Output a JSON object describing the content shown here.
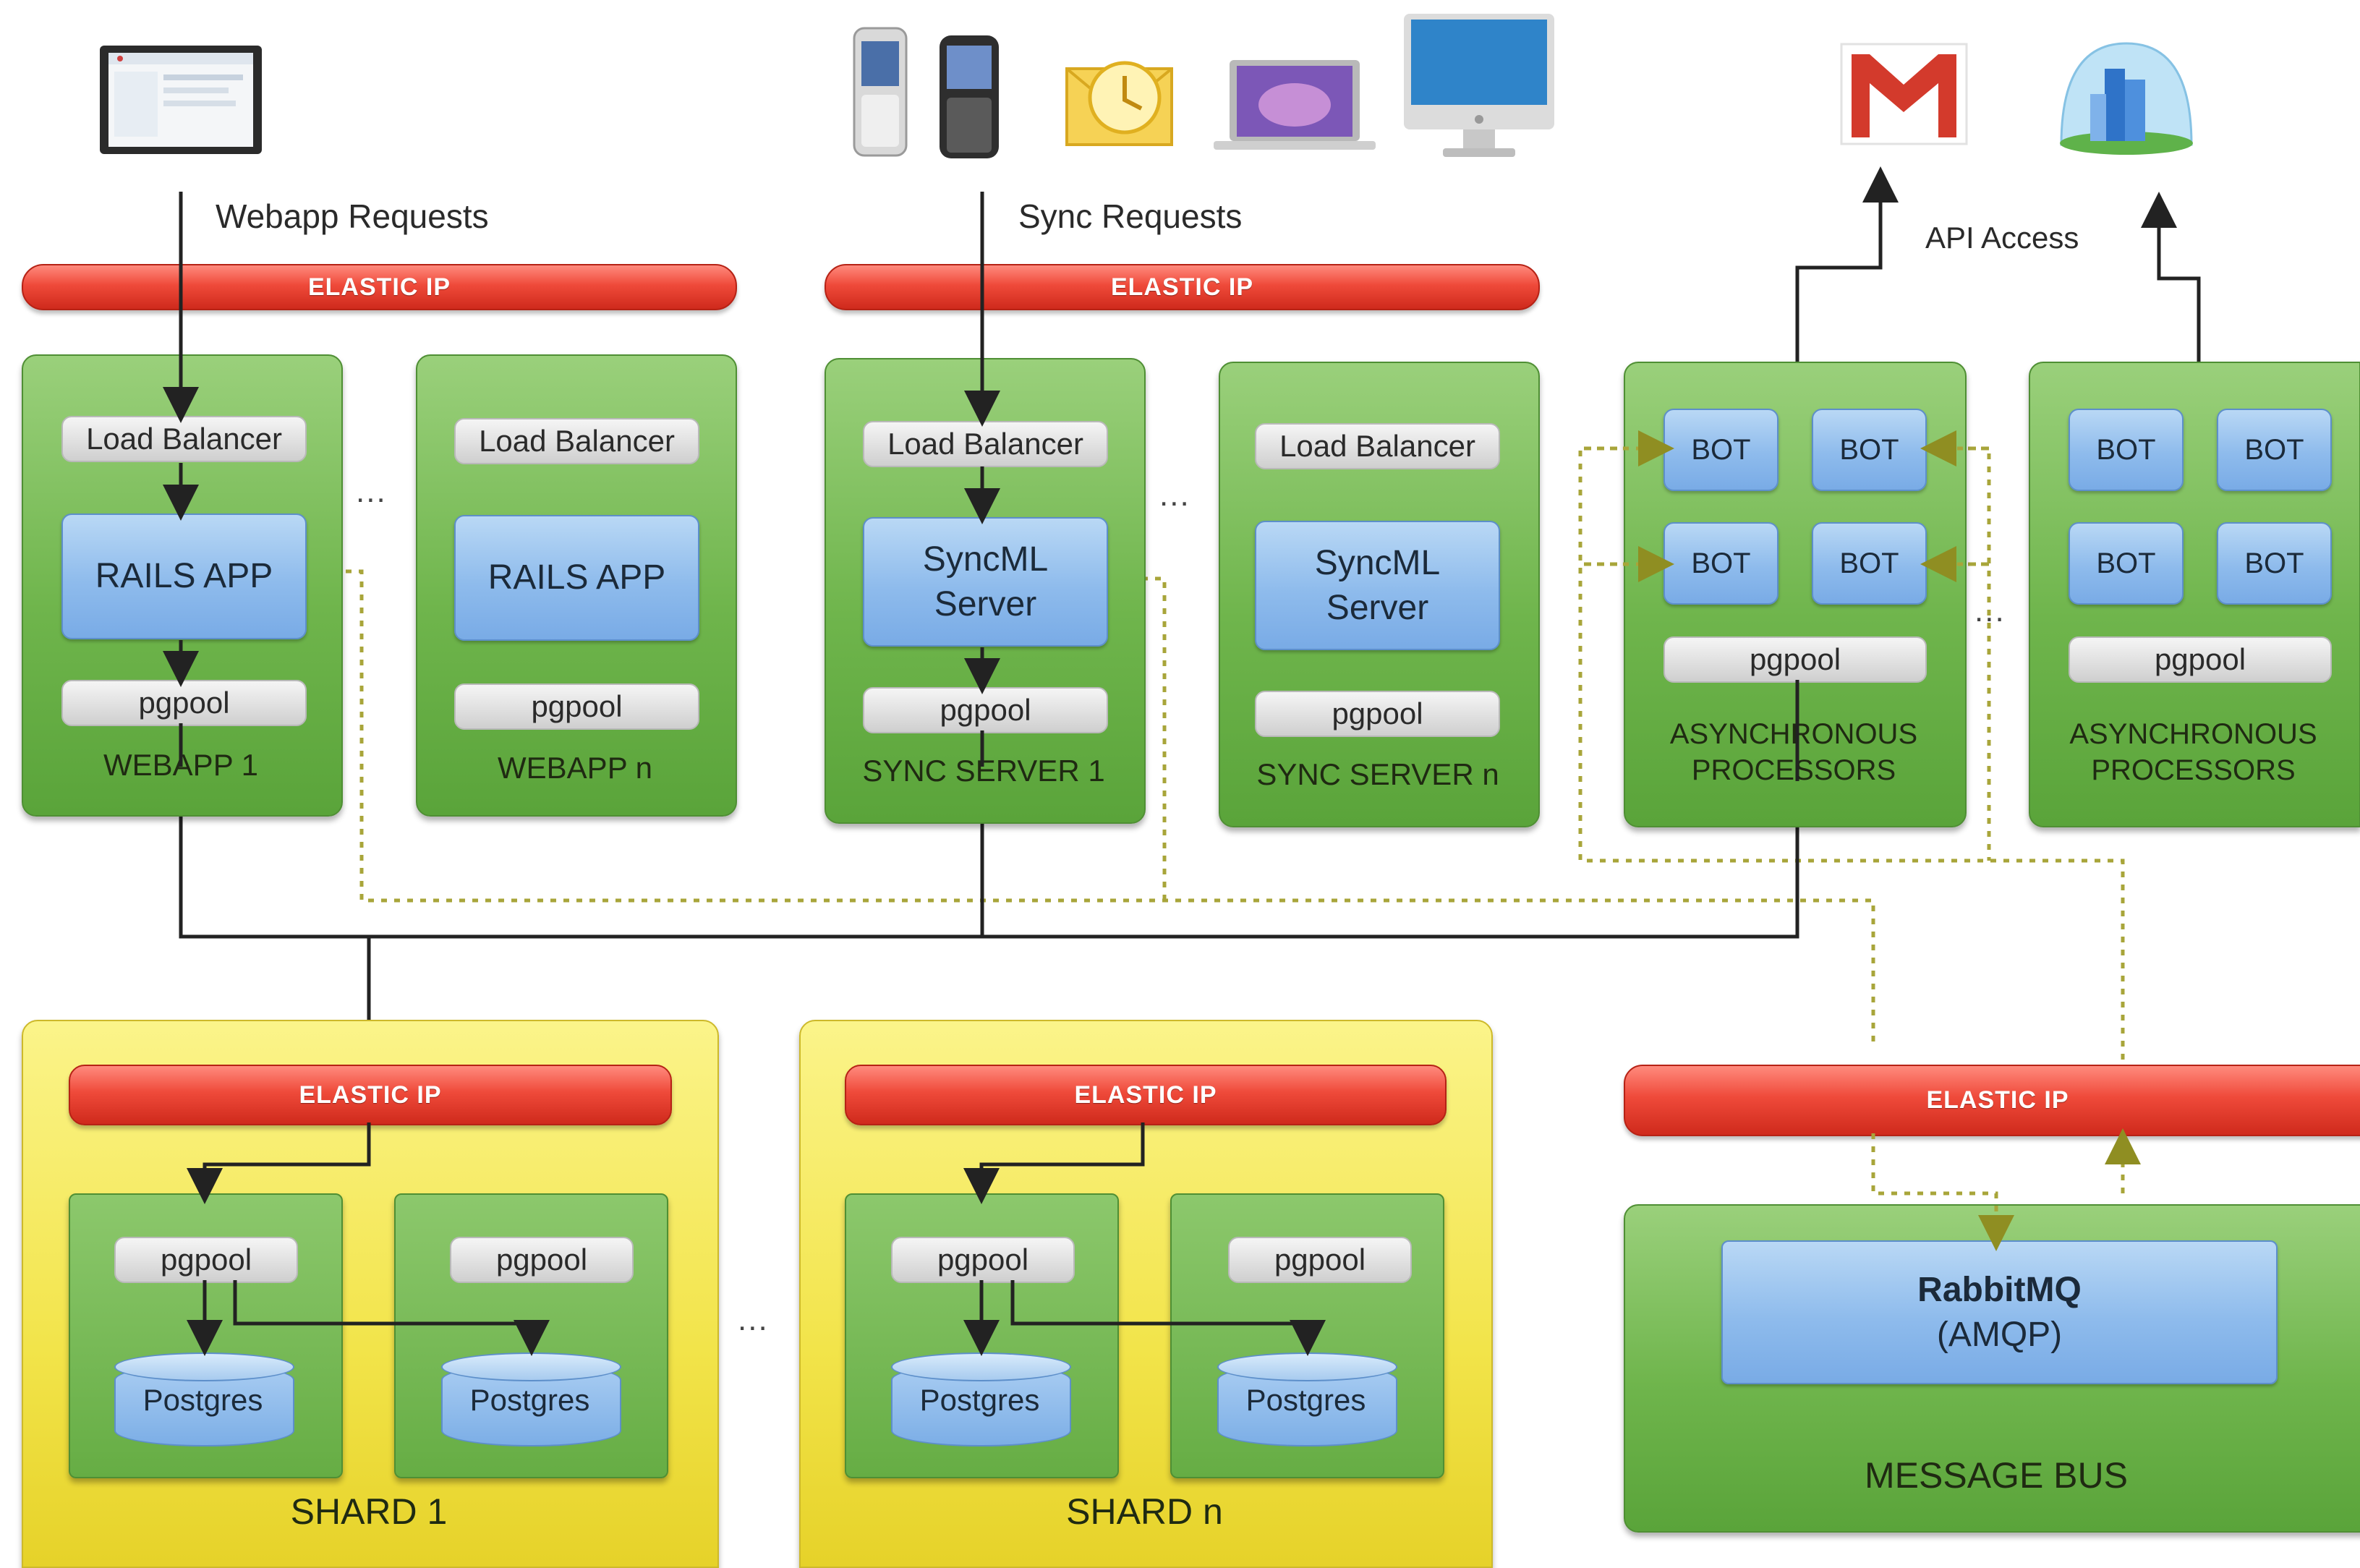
{
  "request_labels": {
    "webapp": "Webapp Requests",
    "sync": "Sync Requests",
    "api": "API Access"
  },
  "elastic_ip": {
    "webapp": "ELASTIC IP",
    "sync": "ELASTIC IP",
    "shard1": "ELASTIC IP",
    "shardn": "ELASTIC IP",
    "bus": "ELASTIC IP"
  },
  "webapp_nodes": [
    {
      "lb": "Load Balancer",
      "app": "RAILS APP",
      "pool": "pgpool",
      "label": "WEBAPP 1"
    },
    {
      "lb": "Load Balancer",
      "app": "RAILS APP",
      "pool": "pgpool",
      "label": "WEBAPP n"
    }
  ],
  "sync_nodes": [
    {
      "lb": "Load Balancer",
      "app_line1": "SyncML",
      "app_line2": "Server",
      "pool": "pgpool",
      "label": "SYNC SERVER 1"
    },
    {
      "lb": "Load Balancer",
      "app_line1": "SyncML",
      "app_line2": "Server",
      "pool": "pgpool",
      "label": "SYNC SERVER n"
    }
  ],
  "async_nodes": [
    {
      "bots": [
        "BOT",
        "BOT",
        "BOT",
        "BOT"
      ],
      "pool": "pgpool",
      "label_line1": "ASYNCHRONOUS",
      "label_line2": "PROCESSORS"
    },
    {
      "bots": [
        "BOT",
        "BOT",
        "BOT",
        "BOT"
      ],
      "pool": "pgpool",
      "label_line1": "ASYNCHRONOUS",
      "label_line2": "PROCESSORS"
    }
  ],
  "shards": [
    {
      "label": "SHARD 1",
      "pools": [
        "pgpool",
        "pgpool"
      ],
      "dbs": [
        "Postgres",
        "Postgres"
      ]
    },
    {
      "label": "SHARD n",
      "pools": [
        "pgpool",
        "pgpool"
      ],
      "dbs": [
        "Postgres",
        "Postgres"
      ]
    }
  ],
  "message_bus": {
    "broker_line1": "RabbitMQ",
    "broker_line2": "(AMQP)",
    "label": "MESSAGE BUS"
  },
  "ellipsis": "...",
  "icons": {
    "webapp_client": "laptop-browser-icon",
    "sync_clients": [
      "mobile-phone-icon",
      "blackberry-phone-icon",
      "outlook-icon",
      "laptop-icon",
      "imac-icon"
    ],
    "api_services": [
      "gmail-icon",
      "highrise-icon"
    ]
  },
  "colors": {
    "elastic_ip": "#e8463a",
    "node_green": "#6fb54c",
    "shard_yellow": "#f2e44a",
    "component_blue": "#8ebbec",
    "pill_gray": "#dcdcdc",
    "dotted_link": "#9b9a2a"
  }
}
